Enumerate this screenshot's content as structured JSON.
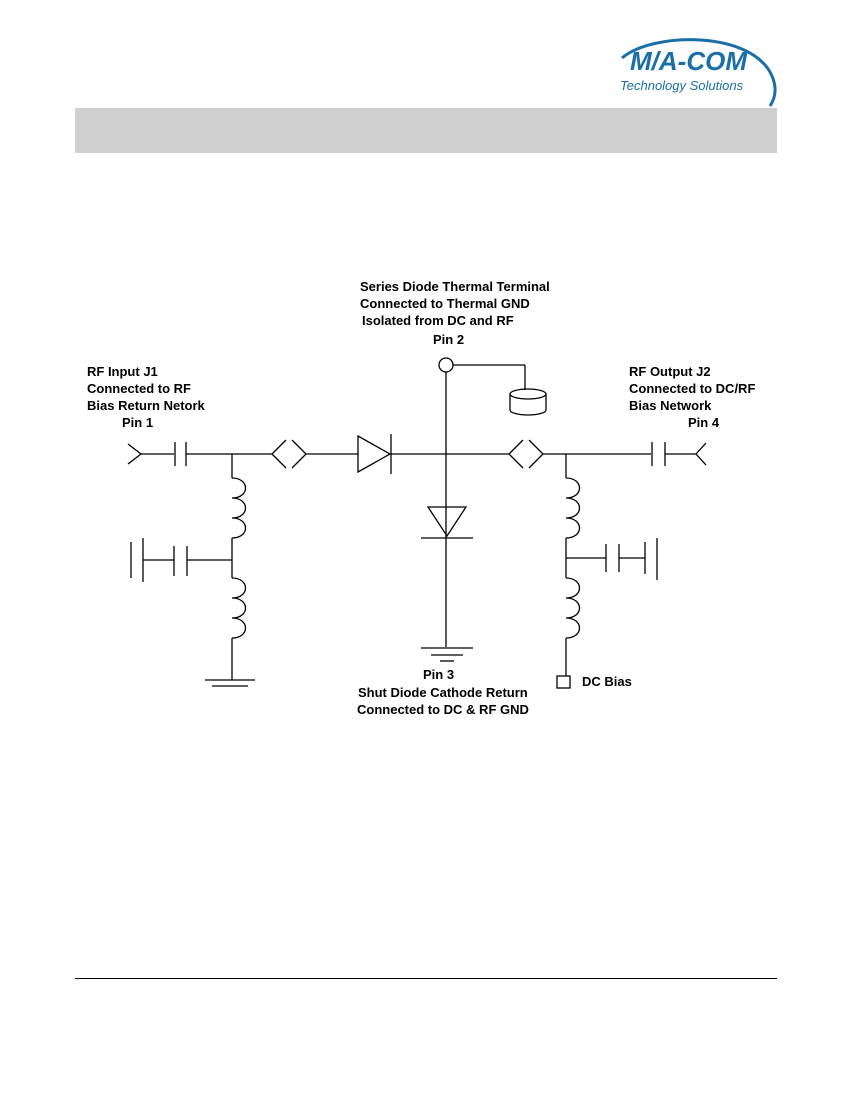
{
  "brand": {
    "name": "M/A-COM",
    "tagline": "Technology Solutions",
    "color": "#1a6fa8"
  },
  "schematic": {
    "thermal": [
      "Series Diode Thermal Terminal",
      "Connected to Thermal GND",
      "Isolated from DC and RF"
    ],
    "pin2": "Pin 2",
    "input": [
      "RF Input J1",
      "Connected to RF",
      "Bias Return Netork"
    ],
    "pin1": "Pin 1",
    "output": [
      "RF Output J2",
      "Connected to DC/RF",
      "Bias Network"
    ],
    "pin4": "Pin 4",
    "pin3": "Pin 3",
    "shunt": [
      "Shut Diode Cathode Return",
      "Connected to DC & RF GND"
    ],
    "dc_bias": "DC Bias"
  }
}
